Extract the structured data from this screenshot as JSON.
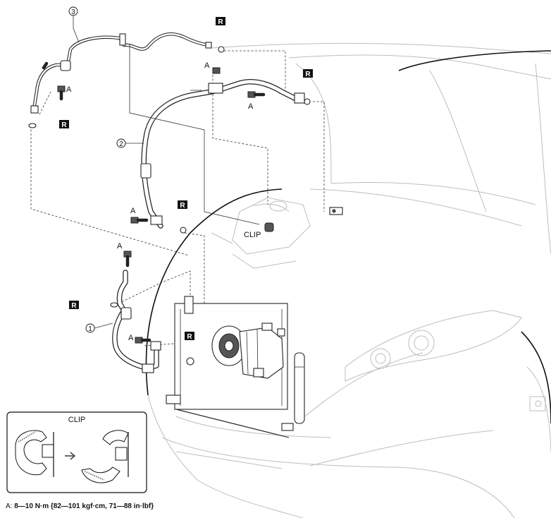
{
  "labels": {
    "part1": "1",
    "part2": "2",
    "part3": "3",
    "bolt_a": "A",
    "repl": "R",
    "clip": "CLIP"
  },
  "inset": {
    "title": "CLIP"
  },
  "footnote": {
    "prefix": "A: ",
    "torque": "8—10 N·m {82—101 kgf·cm, 71—88 in·lbf}"
  }
}
